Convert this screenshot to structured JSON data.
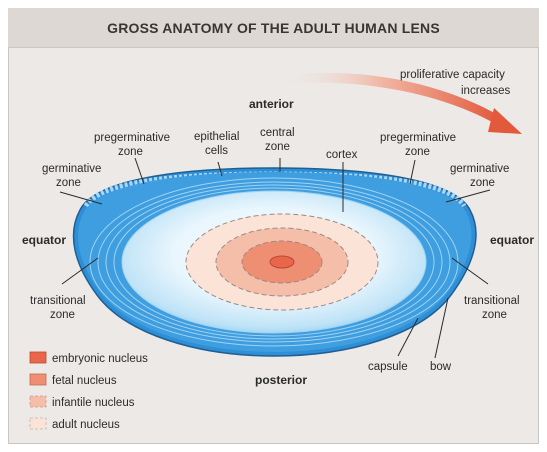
{
  "title": "GROSS ANATOMY OF THE ADULT HUMAN LENS",
  "labels": {
    "anterior": "anterior",
    "posterior": "posterior",
    "equator_left": "equator",
    "equator_right": "equator",
    "prolif_line1": "proliferative capacity",
    "prolif_line2": "increases",
    "pregerminative_left_1": "pregerminative",
    "pregerminative_left_2": "zone",
    "epithelial_1": "epithelial",
    "epithelial_2": "cells",
    "central_1": "central",
    "central_2": "zone",
    "cortex": "cortex",
    "pregerminative_right_1": "pregerminative",
    "pregerminative_right_2": "zone",
    "germinative_left_1": "germinative",
    "germinative_left_2": "zone",
    "germinative_right_1": "germinative",
    "germinative_right_2": "zone",
    "transitional_left_1": "transitional",
    "transitional_left_2": "zone",
    "transitional_right_1": "transitional",
    "transitional_right_2": "zone",
    "capsule": "capsule",
    "bow": "bow"
  },
  "legend": [
    {
      "label": "embryonic nucleus",
      "color": "#e8674a"
    },
    {
      "label": "fetal nucleus",
      "color": "#ee8f73"
    },
    {
      "label": "infantile nucleus",
      "color": "#f5bea9"
    },
    {
      "label": "adult nucleus",
      "color": "#fbe3d8"
    }
  ],
  "colors": {
    "lens_blue": "#2f8fd6",
    "lens_light": "#d7eefb",
    "arrow": "#e2593b"
  }
}
